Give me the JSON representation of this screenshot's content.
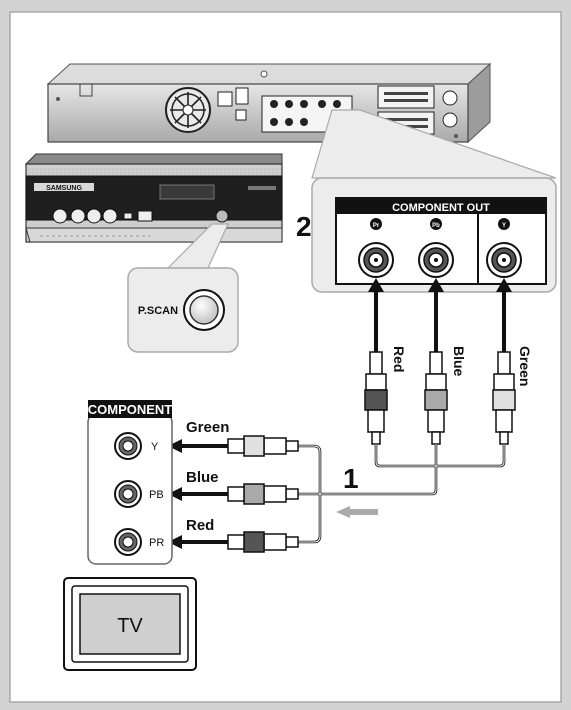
{
  "diagram": {
    "step_numbers": [
      "1",
      "2"
    ],
    "panel_title": "COMPONENT OUT",
    "panel_jack_labels": [
      "Pr",
      "Pb",
      "Y"
    ],
    "pscan_label": "P.SCAN",
    "brand_label": "SAMSUNG",
    "tv_input_title": "COMPONENT",
    "tv_input_labels": [
      "Y",
      "PB",
      "PR"
    ],
    "cable_colors_vertical": [
      "Red",
      "Blue",
      "Green"
    ],
    "cable_colors_horizontal": [
      "Green",
      "Blue",
      "Red"
    ],
    "tv_label": "TV"
  },
  "colors": {
    "page_bg": "#d3d3d3",
    "device_body": "#c8c8c8",
    "dark": "#1a1a1a",
    "border": "#9a9a9a"
  }
}
